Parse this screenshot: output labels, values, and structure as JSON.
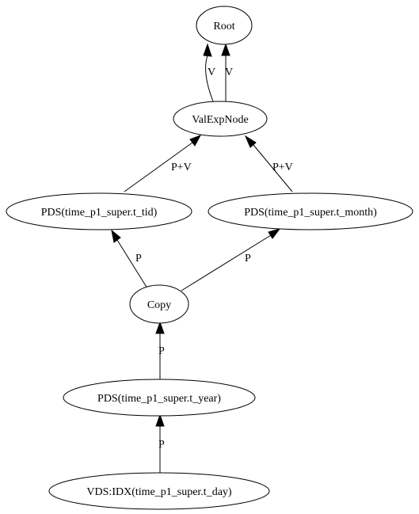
{
  "diagram": {
    "nodes": {
      "root": "Root",
      "valexpnode": "ValExpNode",
      "pds_tid": "PDS(time_p1_super.t_tid)",
      "pds_month": "PDS(time_p1_super.t_month)",
      "copy": "Copy",
      "pds_year": "PDS(time_p1_super.t_year)",
      "vds_day": "VDS:IDX(time_p1_super.t_day)"
    },
    "edges": {
      "valexp_to_root_left": "V",
      "valexp_to_root_right": "V",
      "tid_to_valexp": "P+V",
      "month_to_valexp": "P+V",
      "copy_to_tid": "P",
      "copy_to_month": "P",
      "year_to_copy": "P",
      "day_to_year": "P"
    }
  }
}
